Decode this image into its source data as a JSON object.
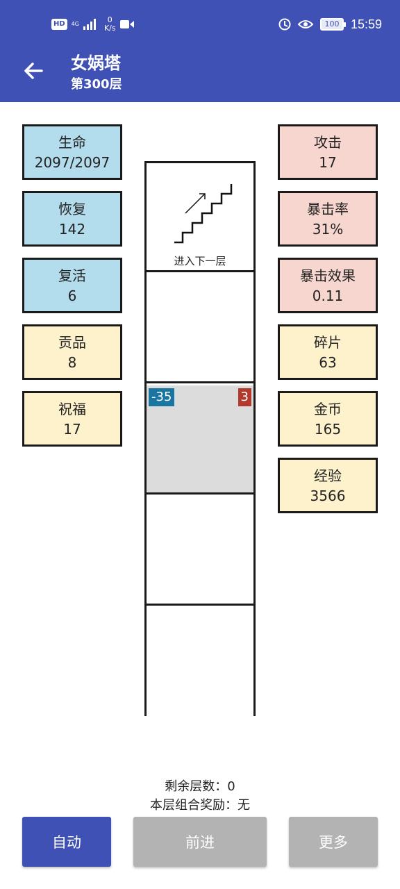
{
  "status_bar": {
    "hd": "HD",
    "network": "4G",
    "speed_value": "0",
    "speed_unit": "K/s",
    "battery": "100",
    "time": "15:59"
  },
  "header": {
    "title": "女娲塔",
    "subtitle": "第300层"
  },
  "left_stats": [
    {
      "label": "生命",
      "value": "2097/2097"
    },
    {
      "label": "恢复",
      "value": "142"
    },
    {
      "label": "复活",
      "value": "6"
    },
    {
      "label": "贡品",
      "value": "8"
    },
    {
      "label": "祝福",
      "value": "17"
    }
  ],
  "right_stats": [
    {
      "label": "攻击",
      "value": "17"
    },
    {
      "label": "暴击率",
      "value": "31%"
    },
    {
      "label": "暴击效果",
      "value": "0.11"
    },
    {
      "label": "碎片",
      "value": "63"
    },
    {
      "label": "金币",
      "value": "165"
    },
    {
      "label": "经验",
      "value": "3566"
    }
  ],
  "tower": {
    "stairs_label": "进入下一层",
    "enemy_left_badge": "-35",
    "enemy_right_badge": "3"
  },
  "info": {
    "remaining": "剩余层数：0",
    "reward": "本层组合奖励：无"
  },
  "buttons": {
    "auto": "自动",
    "forward": "前进",
    "more": "更多"
  },
  "colors": {
    "primary": "#3f51b5",
    "hp_blue": "#b3dcec",
    "attack_pink": "#f7d6d0",
    "item_yellow": "#fdf2cc",
    "disabled": "#b3b3b3"
  }
}
